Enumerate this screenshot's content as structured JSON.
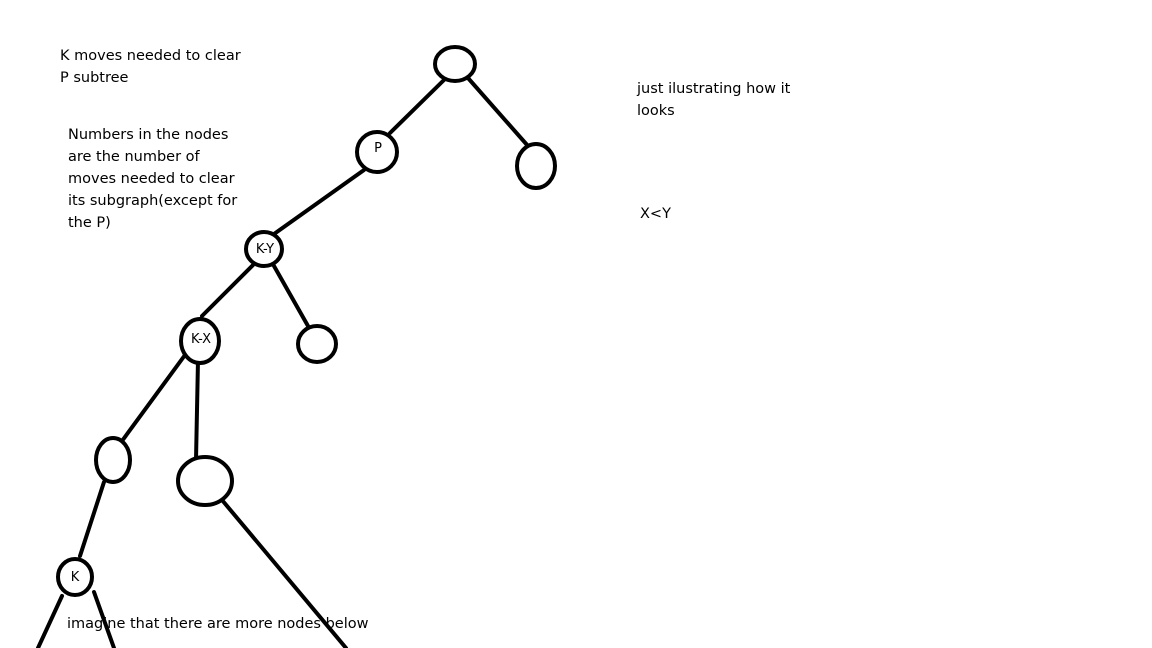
{
  "notes": {
    "moves_note": {
      "lines": [
        "K moves needed to clear",
        "P subtree"
      ]
    },
    "numbers_note": {
      "lines": [
        "Numbers in the nodes",
        "are the number of",
        "moves needed to clear",
        "its subgraph(except for",
        "the P)"
      ]
    },
    "illustration_note": {
      "lines": [
        "just ilustrating how it",
        "looks"
      ]
    },
    "comparison_note": {
      "lines": [
        "X<Y"
      ]
    },
    "more_nodes_note": {
      "lines": [
        "imagine that there are more nodes below"
      ]
    }
  },
  "tree": {
    "nodes": {
      "root": "",
      "p": "P",
      "root_right": "",
      "k_minus_y": "K-Y",
      "kmy_right": "",
      "k_minus_x": "K-X",
      "kmx_left": "",
      "kmx_down": "",
      "k": "K"
    }
  },
  "colors": {
    "ink": "#000000",
    "background": "#ffffff"
  }
}
